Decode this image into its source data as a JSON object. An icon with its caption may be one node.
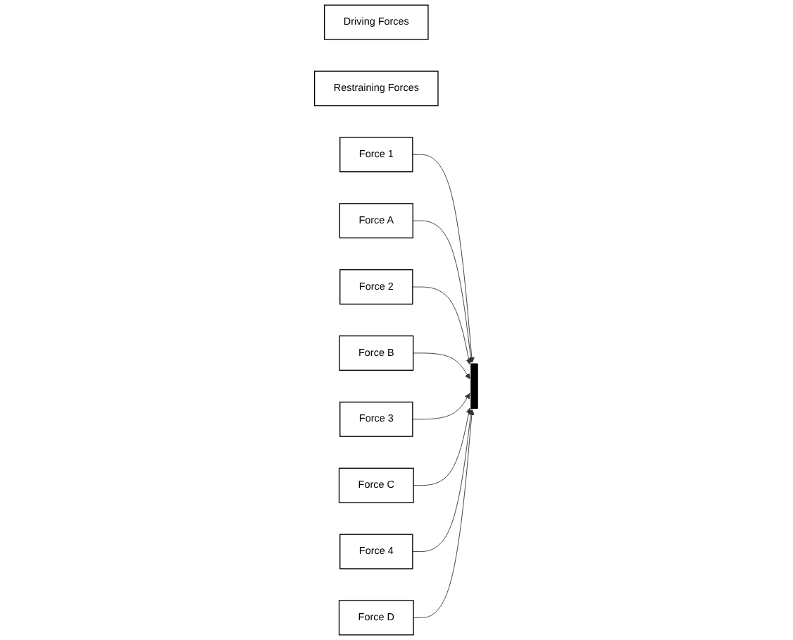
{
  "diagram": {
    "nodes": [
      {
        "text": [
          "Driving Forces"
        ]
      },
      {
        "text": [
          "Restraining Forces"
        ]
      },
      {
        "text": [
          "Force 1"
        ]
      },
      {
        "text": [
          "Force A"
        ]
      },
      {
        "text": [
          "Force 2"
        ]
      },
      {
        "text": [
          "Force B"
        ]
      },
      {
        "text": [
          "Force 3"
        ]
      },
      {
        "text": [
          "Force C"
        ]
      },
      {
        "text": [
          "Force 4"
        ]
      },
      {
        "text": [
          "Force D"
        ]
      },
      {
        "text": [],
        "shape": "bar"
      }
    ],
    "edges": [
      {
        "from": 2,
        "to": 10,
        "arrow": "to"
      },
      {
        "from": 3,
        "to": 10,
        "arrow": "to"
      },
      {
        "from": 4,
        "to": 10,
        "arrow": "to"
      },
      {
        "from": 5,
        "to": 10,
        "arrow": "to"
      },
      {
        "from": 6,
        "to": 10,
        "arrow": "to"
      },
      {
        "from": 7,
        "to": 10,
        "arrow": "to"
      },
      {
        "from": 8,
        "to": 10,
        "arrow": "to"
      },
      {
        "from": 9,
        "to": 10,
        "arrow": "to"
      }
    ]
  }
}
